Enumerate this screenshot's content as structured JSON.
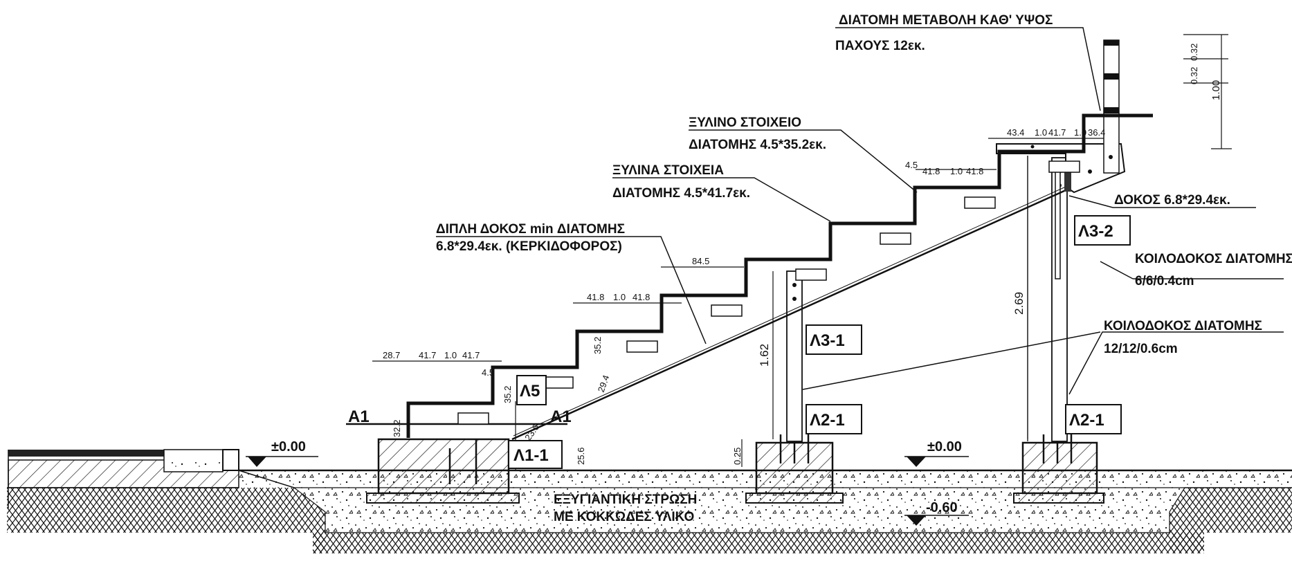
{
  "notes": {
    "top_title": "ΔΙΑΤΟΜΗ   ΜΕΤΑΒΟΛΗ ΚΑΘ' ΥΨΟΣ",
    "top_sub": "ΠΑΧΟΥΣ 12εκ.",
    "wood_single_title": "ΞΥΛΙΝΟ ΣΤΟΙΧΕΙΟ",
    "wood_single_sub": "ΔΙΑΤΟΜΗΣ 4.5*35.2εκ.",
    "wood_multi_title": "ΞΥΛΙΝΑ ΣΤΟΙΧΕΙΑ",
    "wood_multi_sub": "ΔΙΑΤΟΜΗΣ 4.5*41.7εκ.",
    "double_beam_title": "ΔΙΠΛΗ ΔΟΚΟΣ   min ΔΙΑΤΟΜΗΣ",
    "double_beam_sub": "6.8*29.4εκ. (ΚΕΡΚΙΔΟΦΟΡΟΣ)",
    "beam_label": "ΔΟΚΟΣ 6.8*29.4εκ.",
    "hollow_small_title": "ΚΟΙΛΟΔΟΚΟΣ ΔΙΑΤΟΜΗΣ",
    "hollow_small_sub": "6/6/0.4cm",
    "hollow_large_title": "ΚΟΙΛΟΔΟΚΟΣ ΔΙΑΤΟΜΗΣ",
    "hollow_large_sub": "12/12/0.6cm",
    "base_layer_1": "ΕΞΥΓΙΑΝΤΙΚΗ ΣΤΡΩΣΗ",
    "base_layer_2": "ΜΕ ΚΟΚΚΩΔΕΣ ΥΛΙΚΟ"
  },
  "tags": {
    "l5": "Λ5",
    "l1_1": "Λ1-1",
    "l2_1_a": "Λ2-1",
    "l2_1_b": "Λ2-1",
    "l3_1": "Λ3-1",
    "l3_2": "Λ3-2",
    "a1_left": "Α1",
    "a1_right": "Α1"
  },
  "levels": {
    "zero_left": "±0.00",
    "zero_right": "±0.00",
    "minus": "-0.60"
  },
  "dims": {
    "d28_7": "28.7",
    "d41_7_a": "41.7",
    "d1_0_a": "1.0",
    "d41_7_b": "41.7",
    "d41_8_a": "41.8",
    "d1_0_b": "1.0",
    "d41_8_b": "41.8",
    "d84_5": "84.5",
    "d4_5_a": "4.5",
    "d41_8_c": "41.8",
    "d1_0_c": "1.0",
    "d41_8_d": "41.8",
    "d43_4": "43.4",
    "d1_0_d": "1.0",
    "d41_7_c": "41.7",
    "d1_0_e": "1.0",
    "d36_4": "36.4",
    "d35_2_a": "35.2",
    "d35_2_b": "35.2",
    "d29_4": "29.4",
    "d4_5_b": "4.5",
    "d25_6": "25.6",
    "d32_2": "32.2",
    "d23_6": "23.6",
    "d1_62": "1.62",
    "d2_69": "2.69",
    "d0_25": "0.25",
    "d0_32_a": "0.32",
    "d0_32_b": "0.32",
    "d1_00": "1.00"
  }
}
